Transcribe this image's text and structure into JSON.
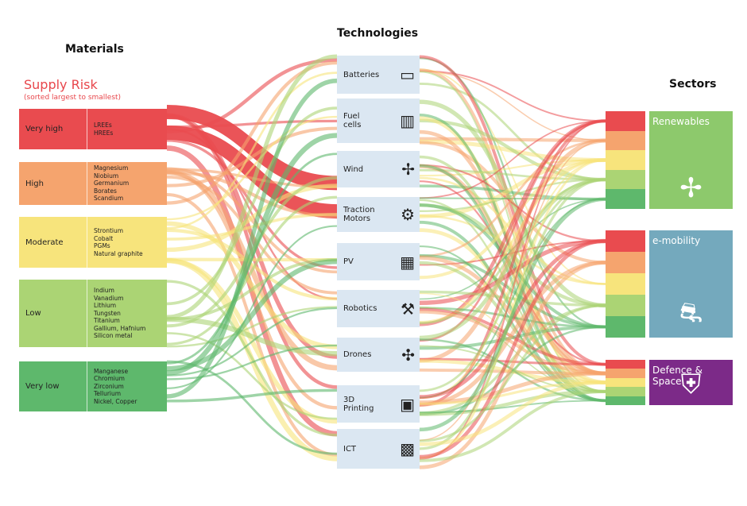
{
  "headers": {
    "materials": "Materials",
    "technologies": "Technologies",
    "sectors": "Sectors"
  },
  "supply_risk": {
    "title": "Supply Risk",
    "subtitle": "(sorted largest to smallest)"
  },
  "materials": [
    {
      "level": "Very high",
      "items": "LREEs\nHREEs",
      "color": "#e94b4f"
    },
    {
      "level": "High",
      "items": "Magnesium\nNiobium\nGermanium\nBorates\nScandium",
      "color": "#f5a46e"
    },
    {
      "level": "Moderate",
      "items": "Strontium\nCobalt\nPGMs\nNatural graphite",
      "color": "#f7e47c"
    },
    {
      "level": "Low",
      "items": "Indium\nVanadium\nLithium\nTungsten\nTitanium\nGallium, Hafnium\nSilicon metal",
      "color": "#abd474"
    },
    {
      "level": "Very low",
      "items": "Manganese\nChromium\nZirconium\nTellurium\nNickel, Copper",
      "color": "#5eb86c"
    }
  ],
  "technologies": [
    {
      "label": "Batteries",
      "icon": "battery-icon"
    },
    {
      "label": "Fuel\ncells",
      "icon": "fuel-cell-icon"
    },
    {
      "label": "Wind",
      "icon": "wind-turbine-icon"
    },
    {
      "label": "Traction\nMotors",
      "icon": "motor-icon"
    },
    {
      "label": "PV",
      "icon": "solar-panel-icon"
    },
    {
      "label": "Robotics",
      "icon": "robot-arm-icon"
    },
    {
      "label": "Drones",
      "icon": "drone-icon"
    },
    {
      "label": "3D\nPrinting",
      "icon": "3d-printer-icon"
    },
    {
      "label": "ICT",
      "icon": "chip-icon"
    }
  ],
  "sectors": [
    {
      "label": "Renewables",
      "icon": "wind-solar-icon",
      "color": "#8dc96c"
    },
    {
      "label": "e-mobility",
      "icon": "electric-car-icon",
      "color": "#74a9bd"
    },
    {
      "label": "Defence &\nSpace",
      "icon": "shield-bird-icon",
      "color": "#7c2a88"
    }
  ]
}
